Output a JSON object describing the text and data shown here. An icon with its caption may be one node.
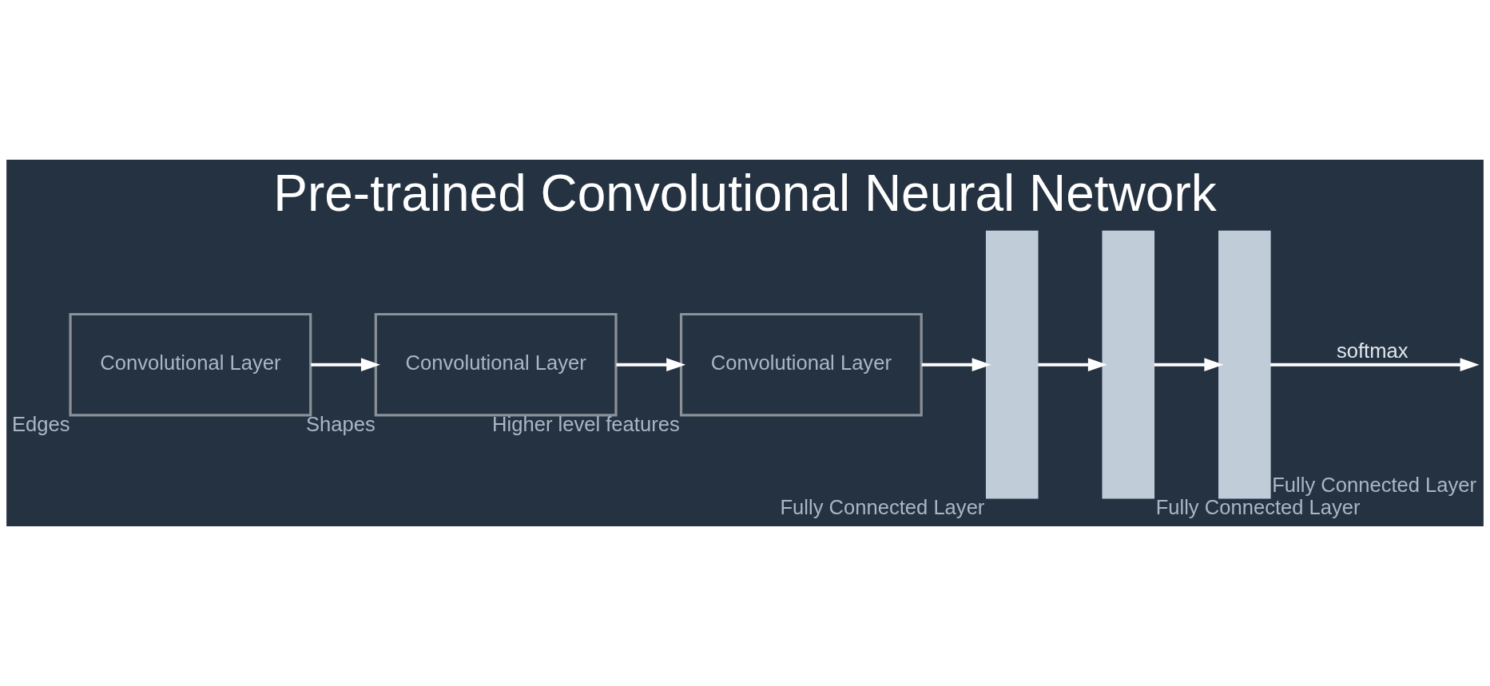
{
  "diagram": {
    "title": "Pre-trained Convolutional Neural Network",
    "nodes": [
      {
        "text": [
          "Convolutional Layer"
        ],
        "beside": [
          "Edges"
        ]
      },
      {
        "text": [
          "Convolutional Layer"
        ],
        "beside": [
          "Shapes"
        ]
      },
      {
        "text": [
          "Convolutional Layer"
        ],
        "beside": [
          "Higher level features"
        ]
      },
      {
        "text": [],
        "shape": "bar",
        "beside": [
          "Fully Connected Layer"
        ]
      },
      {
        "text": [],
        "shape": "bar",
        "beside": [
          "Fully Connected Layer"
        ]
      },
      {
        "text": [],
        "shape": "bar",
        "beside": [
          "Fully Connected Layer"
        ]
      }
    ],
    "edges": [
      {
        "from": 0,
        "to": 1,
        "arrow": "to"
      },
      {
        "from": 1,
        "to": 2,
        "arrow": "to"
      },
      {
        "from": 2,
        "to": 3,
        "arrow": "to"
      },
      {
        "from": 3,
        "to": 4,
        "arrow": "to"
      },
      {
        "from": 4,
        "to": 5,
        "arrow": "to"
      },
      {
        "from": 5,
        "to": null,
        "arrow": "to",
        "label": "softmax"
      }
    ]
  }
}
